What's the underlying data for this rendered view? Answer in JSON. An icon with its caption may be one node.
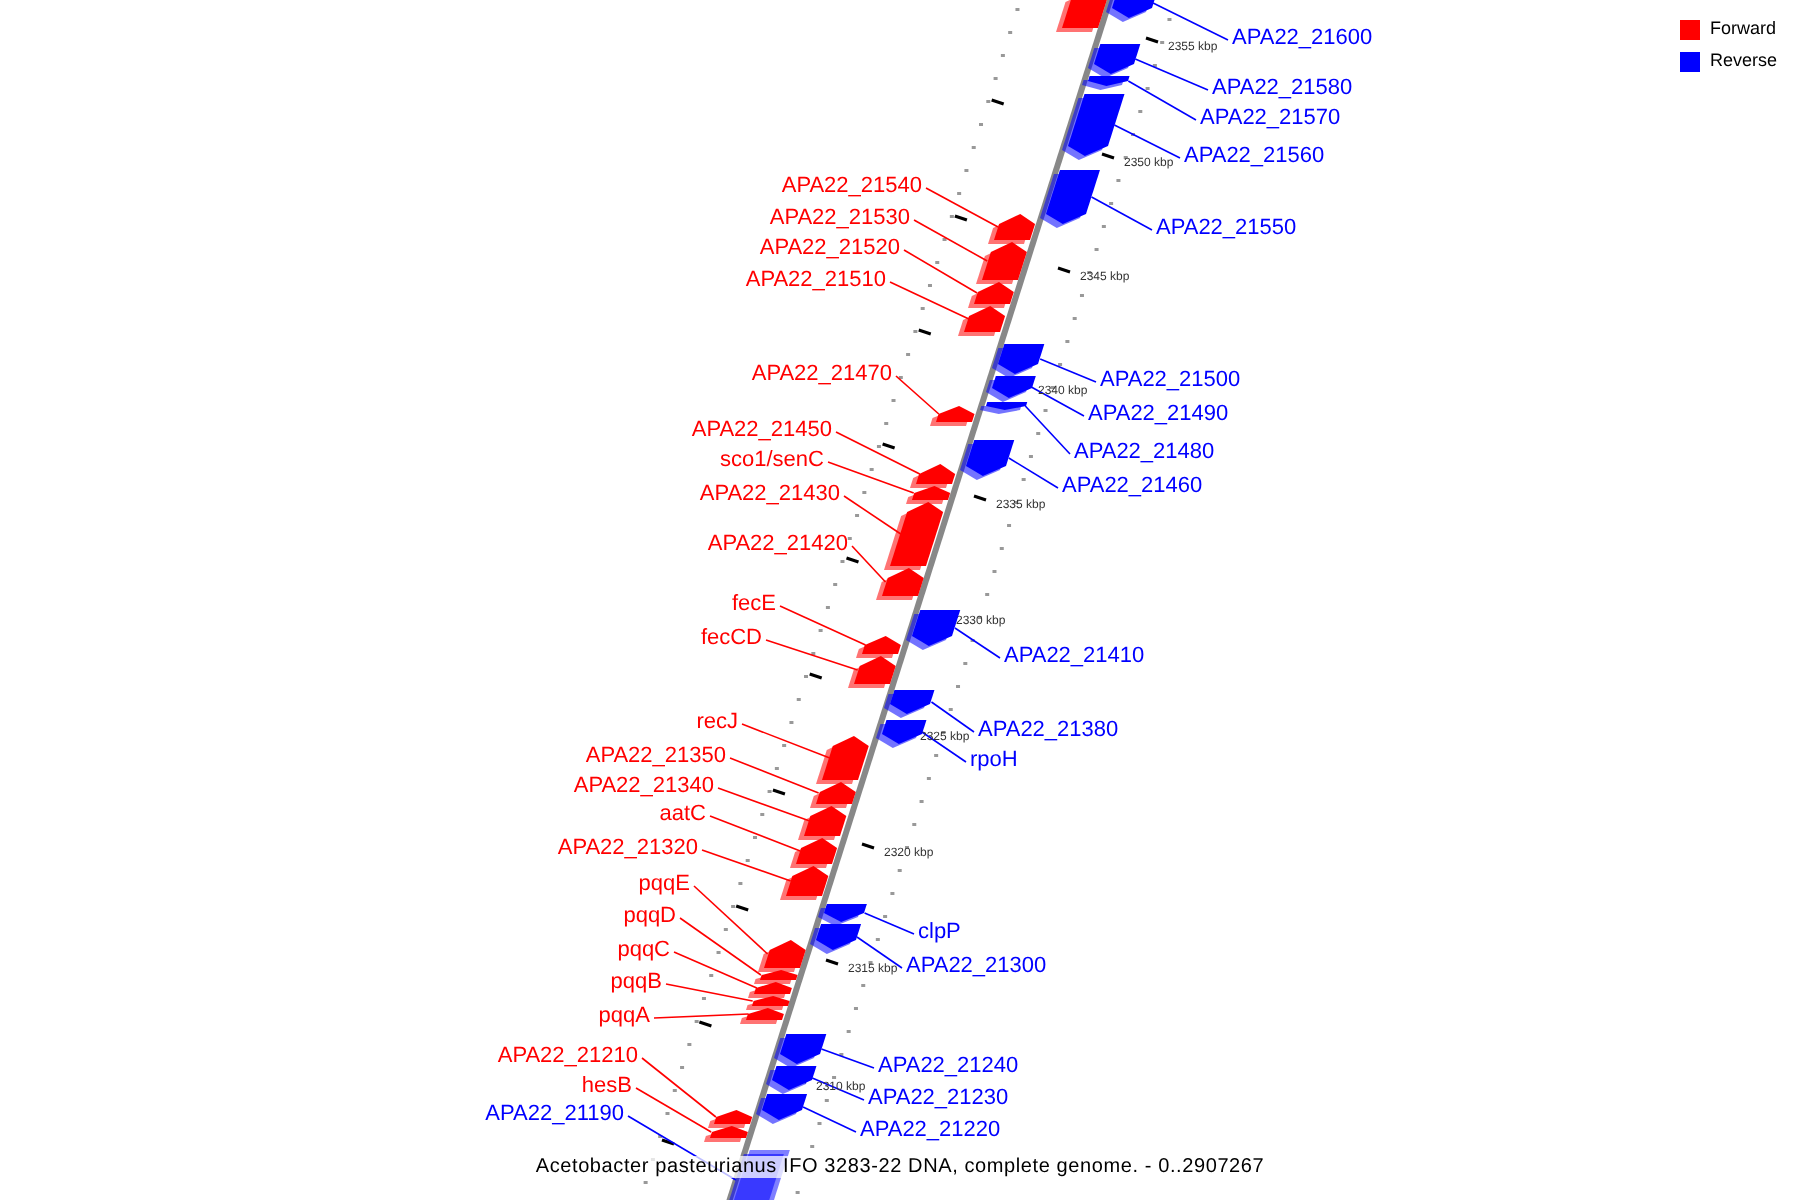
{
  "diagram": {
    "caption": "Acetobacter pasteurianus IFO 3283-22 DNA, complete genome. - 0..2907267",
    "nodes": [
      {
        "text": [],
        "shape": "box"
      },
      {
        "text": [
          "APA22_21600"
        ]
      },
      {
        "text": [],
        "shape": "box"
      },
      {
        "text": [
          "APA22_21580"
        ]
      },
      {
        "text": [],
        "shape": "box"
      },
      {
        "text": [
          "APA22_21570"
        ]
      },
      {
        "text": [],
        "shape": "box"
      },
      {
        "text": [
          "APA22_21560"
        ]
      },
      {
        "text": [],
        "shape": "box"
      },
      {
        "text": [
          "APA22_21540"
        ]
      },
      {
        "text": [],
        "shape": "box"
      },
      {
        "text": [
          "APA22_21530"
        ]
      },
      {
        "text": [],
        "shape": "box"
      },
      {
        "text": [
          "APA22_21550"
        ]
      },
      {
        "text": [],
        "shape": "box"
      },
      {
        "text": [
          "APA22_21520"
        ]
      },
      {
        "text": [],
        "shape": "box"
      },
      {
        "text": [
          "APA22_21510"
        ]
      },
      {
        "text": [],
        "shape": "box"
      },
      {
        "text": [
          "APA22_21470"
        ]
      },
      {
        "text": [],
        "shape": "box"
      },
      {
        "text": [
          "APA22_21500"
        ]
      },
      {
        "text": [],
        "shape": "box"
      },
      {
        "text": [
          "APA22_21490"
        ]
      },
      {
        "text": [],
        "shape": "box"
      },
      {
        "text": [
          "APA22_21480"
        ]
      },
      {
        "text": [],
        "shape": "box"
      },
      {
        "text": [
          "APA22_21450"
        ]
      },
      {
        "text": [],
        "shape": "box"
      },
      {
        "text": [
          "sco1/senC"
        ]
      },
      {
        "text": [],
        "shape": "box"
      },
      {
        "text": [
          "APA22_21460"
        ]
      },
      {
        "text": [],
        "shape": "box"
      },
      {
        "text": [
          "APA22_21430"
        ]
      },
      {
        "text": [],
        "shape": "box"
      },
      {
        "text": [
          "APA22_21420"
        ]
      },
      {
        "text": [],
        "shape": "box"
      },
      {
        "text": [
          "fecE"
        ]
      },
      {
        "text": [],
        "shape": "box"
      },
      {
        "text": [
          "fecCD"
        ]
      },
      {
        "text": [],
        "shape": "box"
      },
      {
        "text": [
          "APA22_21410"
        ]
      },
      {
        "text": [],
        "shape": "box"
      },
      {
        "text": [
          "recJ"
        ]
      },
      {
        "text": [],
        "shape": "box"
      },
      {
        "text": [
          "APA22_21380"
        ]
      },
      {
        "text": [],
        "shape": "box"
      },
      {
        "text": [
          "rpoH"
        ]
      },
      {
        "text": [],
        "shape": "box"
      },
      {
        "text": [
          "APA22_21350"
        ]
      },
      {
        "text": [],
        "shape": "box"
      },
      {
        "text": [
          "APA22_21340"
        ]
      },
      {
        "text": [],
        "shape": "box"
      },
      {
        "text": [
          "aatC"
        ]
      },
      {
        "text": [],
        "shape": "box"
      },
      {
        "text": [
          "APA22_21320"
        ]
      },
      {
        "text": [],
        "shape": "box"
      },
      {
        "text": [
          "pqqE"
        ]
      },
      {
        "text": [],
        "shape": "box"
      },
      {
        "text": [
          "clpP"
        ]
      },
      {
        "text": [],
        "shape": "box"
      },
      {
        "text": [
          "pqqD"
        ]
      },
      {
        "text": [],
        "shape": "box"
      },
      {
        "text": [
          "APA22_21300"
        ]
      },
      {
        "text": [],
        "shape": "box"
      },
      {
        "text": [
          "pqqC"
        ]
      },
      {
        "text": [],
        "shape": "box"
      },
      {
        "text": [
          "pqqB"
        ]
      },
      {
        "text": [],
        "shape": "box"
      },
      {
        "text": [
          "pqqA"
        ]
      },
      {
        "text": [],
        "shape": "box"
      },
      {
        "text": [
          "APA22_21210"
        ]
      },
      {
        "text": [],
        "shape": "box"
      },
      {
        "text": [
          "APA22_21240"
        ]
      },
      {
        "text": [],
        "shape": "box"
      },
      {
        "text": [
          "hesB"
        ]
      },
      {
        "text": [],
        "shape": "box"
      },
      {
        "text": [
          "APA22_21230"
        ]
      },
      {
        "text": [],
        "shape": "box"
      },
      {
        "text": [
          "APA22_21190"
        ]
      },
      {
        "text": [],
        "shape": "box"
      },
      {
        "text": [
          "APA22_21220"
        ]
      },
      {
        "text": [],
        "shape": "box"
      }
    ],
    "edges": [
      {
        "from": 1,
        "to": 2,
        "arrow": "none",
        "color": "#0000ff"
      },
      {
        "from": 3,
        "to": 4,
        "arrow": "none",
        "color": "#0000ff"
      },
      {
        "from": 5,
        "to": 6,
        "arrow": "none",
        "color": "#0000ff"
      },
      {
        "from": 7,
        "to": 8,
        "arrow": "none",
        "color": "#0000ff"
      },
      {
        "from": 9,
        "to": 10,
        "arrow": "none"
      },
      {
        "from": 11,
        "to": 12,
        "arrow": "none"
      },
      {
        "from": 13,
        "to": 14,
        "arrow": "none",
        "color": "#0000ff"
      },
      {
        "from": 15,
        "to": 16,
        "arrow": "none"
      },
      {
        "from": 17,
        "to": 18,
        "arrow": "none"
      },
      {
        "from": 19,
        "to": 20,
        "arrow": "none"
      },
      {
        "from": 21,
        "to": 22,
        "arrow": "none",
        "color": "#0000ff"
      },
      {
        "from": 23,
        "to": 24,
        "arrow": "none",
        "color": "#0000ff"
      },
      {
        "from": 25,
        "to": 26,
        "arrow": "none",
        "color": "#0000ff"
      },
      {
        "from": 27,
        "to": 28,
        "arrow": "none"
      },
      {
        "from": 29,
        "to": 30,
        "arrow": "none"
      },
      {
        "from": 31,
        "to": 32,
        "arrow": "none",
        "color": "#0000ff"
      },
      {
        "from": 33,
        "to": 34,
        "arrow": "none"
      },
      {
        "from": 35,
        "to": 36,
        "arrow": "none"
      },
      {
        "from": 37,
        "to": 38,
        "arrow": "none"
      },
      {
        "from": 39,
        "to": 40,
        "arrow": "none"
      },
      {
        "from": 41,
        "to": 42,
        "arrow": "none",
        "color": "#0000ff"
      },
      {
        "from": 43,
        "to": 44,
        "arrow": "none"
      },
      {
        "from": 45,
        "to": 46,
        "arrow": "none",
        "color": "#0000ff"
      },
      {
        "from": 47,
        "to": 48,
        "arrow": "none",
        "color": "#0000ff"
      },
      {
        "from": 49,
        "to": 50,
        "arrow": "none"
      },
      {
        "from": 51,
        "to": 52,
        "arrow": "none"
      },
      {
        "from": 53,
        "to": 54,
        "arrow": "none"
      },
      {
        "from": 55,
        "to": 56,
        "arrow": "none"
      },
      {
        "from": 57,
        "to": 58,
        "arrow": "none"
      },
      {
        "from": 59,
        "to": 60,
        "arrow": "none",
        "color": "#0000ff"
      },
      {
        "from": 61,
        "to": 62,
        "arrow": "none"
      },
      {
        "from": 63,
        "to": 64,
        "arrow": "none",
        "color": "#0000ff"
      },
      {
        "from": 65,
        "to": 66,
        "arrow": "none"
      },
      {
        "from": 67,
        "to": 68,
        "arrow": "none"
      },
      {
        "from": 69,
        "to": 70,
        "arrow": "none"
      },
      {
        "from": 71,
        "to": 72,
        "arrow": "none"
      },
      {
        "from": 73,
        "to": 74,
        "arrow": "none",
        "color": "#0000ff"
      },
      {
        "from": 75,
        "to": 76,
        "arrow": "none"
      },
      {
        "from": 77,
        "to": 78,
        "arrow": "none",
        "color": "#0000ff"
      },
      {
        "from": 79,
        "to": 80,
        "arrow": "none",
        "color": "#0000ff"
      },
      {
        "from": 81,
        "to": 82,
        "arrow": "none",
        "color": "#0000ff"
      }
    ],
    "labels": [
      "2355 kbp",
      "2350 kbp",
      "2345 kbp",
      "2340 kbp",
      "2335 kbp",
      "2330 kbp",
      "2325 kbp",
      "2320 kbp",
      "2315 kbp",
      "2310 kbp"
    ],
    "legend": [
      {
        "text": "Forward",
        "color": "#ff0000"
      },
      {
        "text": "Reverse",
        "color": "#0000ff"
      }
    ]
  }
}
